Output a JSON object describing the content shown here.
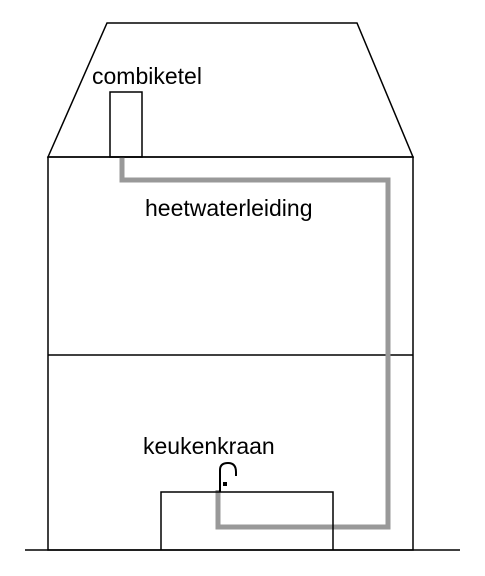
{
  "labels": {
    "boiler": "combiketel",
    "hot_water_pipe": "heetwaterleiding",
    "kitchen_tap": "keukenkraan"
  },
  "colors": {
    "outline": "#000000",
    "pipe": "#999999",
    "background": "#ffffff"
  },
  "icons": {
    "boiler": "boiler-icon",
    "tap": "kitchen-tap-icon"
  }
}
